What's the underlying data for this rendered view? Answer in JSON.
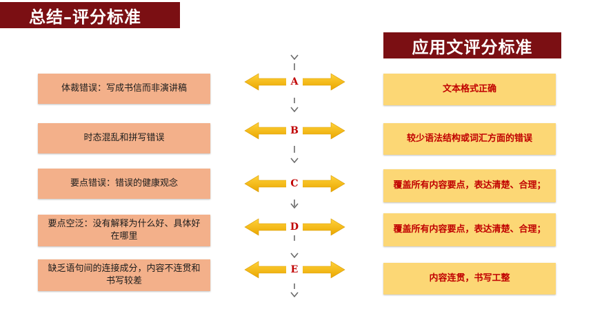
{
  "header": {
    "title": "总结–评分标准"
  },
  "right_header": {
    "title": "应用文评分标准"
  },
  "criteria": [
    {
      "letter": "A",
      "error": "体裁错误：写成书信而非演讲稿",
      "standard": "文本格式正确"
    },
    {
      "letter": "B",
      "error": "时态混乱和拼写错误",
      "standard": "较少语法结构或词汇方面的错误"
    },
    {
      "letter": "C",
      "error": "要点错误：错误的健康观念",
      "standard": "覆盖所有内容要点，表达清楚、合理；"
    },
    {
      "letter": "D",
      "error": "要点空泛：没有解释为什么好、具体好在哪里",
      "standard": "覆盖所有内容要点，表达清楚、合理；"
    },
    {
      "letter": "E",
      "error": "缺乏语句间的连接成分，内容不连贯和书写较差",
      "standard": "内容连贯，书写工整"
    }
  ],
  "colors": {
    "title_bg": "#7b0f13",
    "left_box": "#f3b08a",
    "right_box": "#fcd775",
    "arrow": "#f5b80e",
    "letter": "#c00000"
  },
  "icons": {
    "connector": "double-headed-arrow-icon",
    "timeline": "chevron-down-icon"
  }
}
